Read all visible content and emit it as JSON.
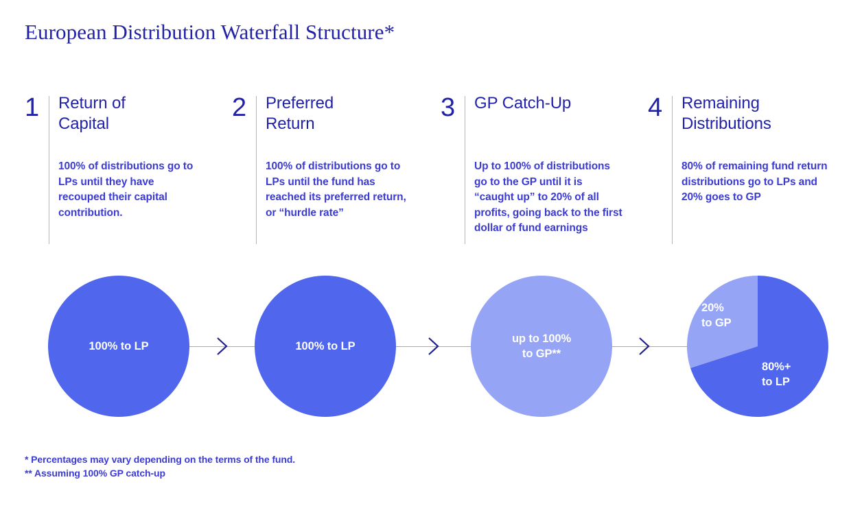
{
  "title": "European Distribution Waterfall Structure*",
  "colors": {
    "title_navy": "#2222a8",
    "body_blue": "#3b3bd4",
    "circle_primary": "#4f66ed",
    "circle_light": "#96a4f5",
    "connector_line": "#9aa5e0",
    "chevron": "#1f1f8c",
    "divider": "#a9b2e8",
    "background": "#ffffff"
  },
  "steps": [
    {
      "number": "1",
      "title": "Return of\nCapital",
      "description": "100% of distributions go to LPs until they have recouped their capital contribution."
    },
    {
      "number": "2",
      "title": "Preferred\nReturn",
      "description": "100% of distributions go to LPs until the fund has reached its preferred return, or “hurdle rate”"
    },
    {
      "number": "3",
      "title": "GP Catch-Up",
      "description": "Up to 100% of distributions go to the GP until it is “caught up” to 20% of all profits, going back to the first dollar of fund earnings"
    },
    {
      "number": "4",
      "title": "Remaining\nDistributions",
      "description": "80% of remaining fund return distributions go to LPs and 20% goes to GP"
    }
  ],
  "flow": {
    "nodes": [
      {
        "label": "100% to LP",
        "shape": "circle",
        "fill": "#4f66ed"
      },
      {
        "label": "100% to LP",
        "shape": "circle",
        "fill": "#4f66ed"
      },
      {
        "label": "up to 100%\nto GP**",
        "shape": "circle",
        "fill": "#96a4f5"
      },
      {
        "label": "",
        "shape": "pie",
        "fill": ""
      }
    ],
    "arrow_icon": "chevron-right-icon"
  },
  "chart_data": {
    "type": "pie",
    "title": "Remaining Distributions split",
    "categories": [
      "80%+ to LP",
      "20% to GP"
    ],
    "values": [
      80,
      20
    ],
    "labels": [
      "80%+\nto LP",
      "20%\nto GP"
    ],
    "colors": [
      "#4f66ed",
      "#96a4f5"
    ],
    "start_angle_deg": 0,
    "direction": "clockwise",
    "legend": "none",
    "grid": false
  },
  "footnotes": [
    "* Percentages may vary depending on the terms of the fund.",
    "** Assuming 100% GP catch-up"
  ]
}
